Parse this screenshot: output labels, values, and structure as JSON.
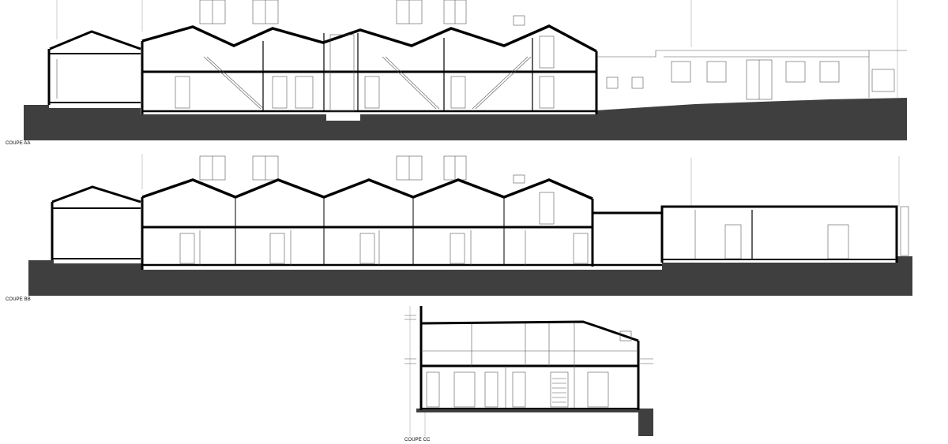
{
  "sections": [
    {
      "id": "aa",
      "label": "COUPE AA"
    },
    {
      "id": "bb",
      "label": "COUPE BB"
    },
    {
      "id": "cc",
      "label": "COUPE CC"
    }
  ],
  "colors": {
    "ground": "#3f3f3f",
    "cut": "#000000",
    "hatch": "#9a9a9a"
  }
}
